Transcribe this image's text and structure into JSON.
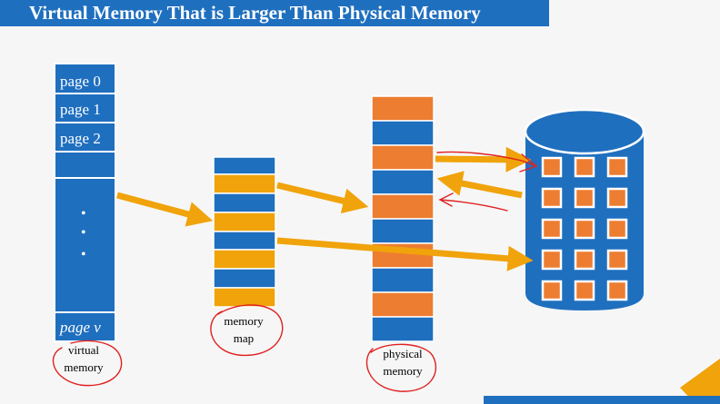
{
  "title": "Virtual Memory That is Larger Than Physical Memory",
  "virtual_memory": {
    "pages": [
      "page 0",
      "page 1",
      "page 2"
    ],
    "dots": [
      "•",
      "•",
      "•"
    ],
    "last_page": "page v",
    "label_line1": "virtual",
    "label_line2": "memory"
  },
  "memory_map": {
    "label_line1": "memory",
    "label_line2": "map"
  },
  "physical_memory": {
    "label_line1": "physical",
    "label_line2": "memory"
  },
  "colors": {
    "blue": "#1f6fbf",
    "orange": "#ed7d31",
    "gold": "#f0a30a",
    "annotation": "#e02020"
  }
}
